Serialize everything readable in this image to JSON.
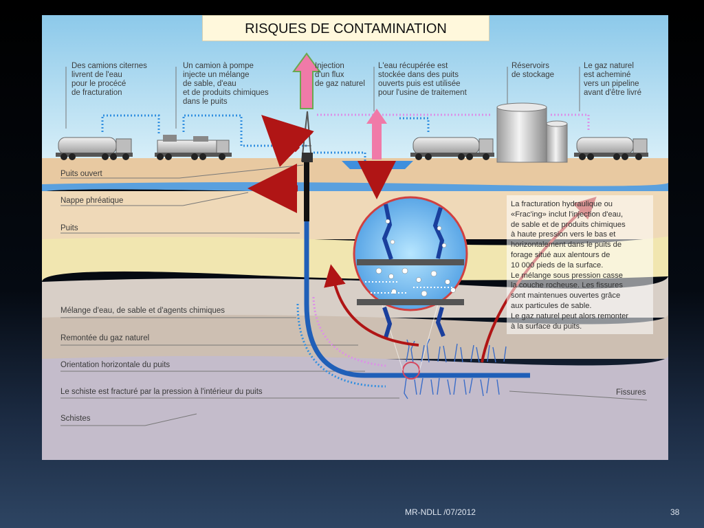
{
  "slide": {
    "title": "RISQUES DE CONTAMINATION",
    "footer_text": "MR-NDLL  /07/2012",
    "page_number": "38"
  },
  "top_labels": [
    "Des camions citernes\nlivrent de l'eau\npour le procécé\nde fracturation",
    "Un camion à pompe\ninjecte un mélange\nde sable, d'eau\net de produits chimiques\ndans le puits",
    "Injection\nd'un flux\nde gaz naturel",
    "L'eau récupérée est\nstockée dans des puits\nouverts puis est utilisée\npour l'usine de traitement",
    "Réservoirs\nde stockage",
    "Le gaz naturel\nest acheminé\nvers un pipeline\navant d'être livré"
  ],
  "layer_labels": [
    "Puits ouvert",
    "Nappe phréatique",
    "Puits",
    "Mélange d'eau, de sable et d'agents chimiques",
    "Remontée du gaz naturel",
    "Orientation horizontale du puits",
    "Le schiste est fracturé par la pression à l'intérieur du puits",
    "Schistes"
  ],
  "right_label": "Fissures",
  "info_text": "La fracturation hydraulique ou\n«Frac'ing» inclut l'injection d'eau,\nde sable et de produits chimiques\nà haute pression vers le bas et\nhorizontalement dans le puits de\nforage situé aux alentours de\n10 000 pieds de la surface.\nLe mélange sous pression casse\nla couche rocheuse. Les fissures\nsont maintenues ouvertes grâce\naux particules de sable.\nLe gaz naturel peut alors remonter\nà la surface du puits.",
  "colors": {
    "sky": "#a8d8ef",
    "aquifer": "#5aa0de",
    "risk_arrow": "#b01515",
    "up_arrow": "#f07aa8",
    "well_pipe": "#1f5fb8"
  }
}
